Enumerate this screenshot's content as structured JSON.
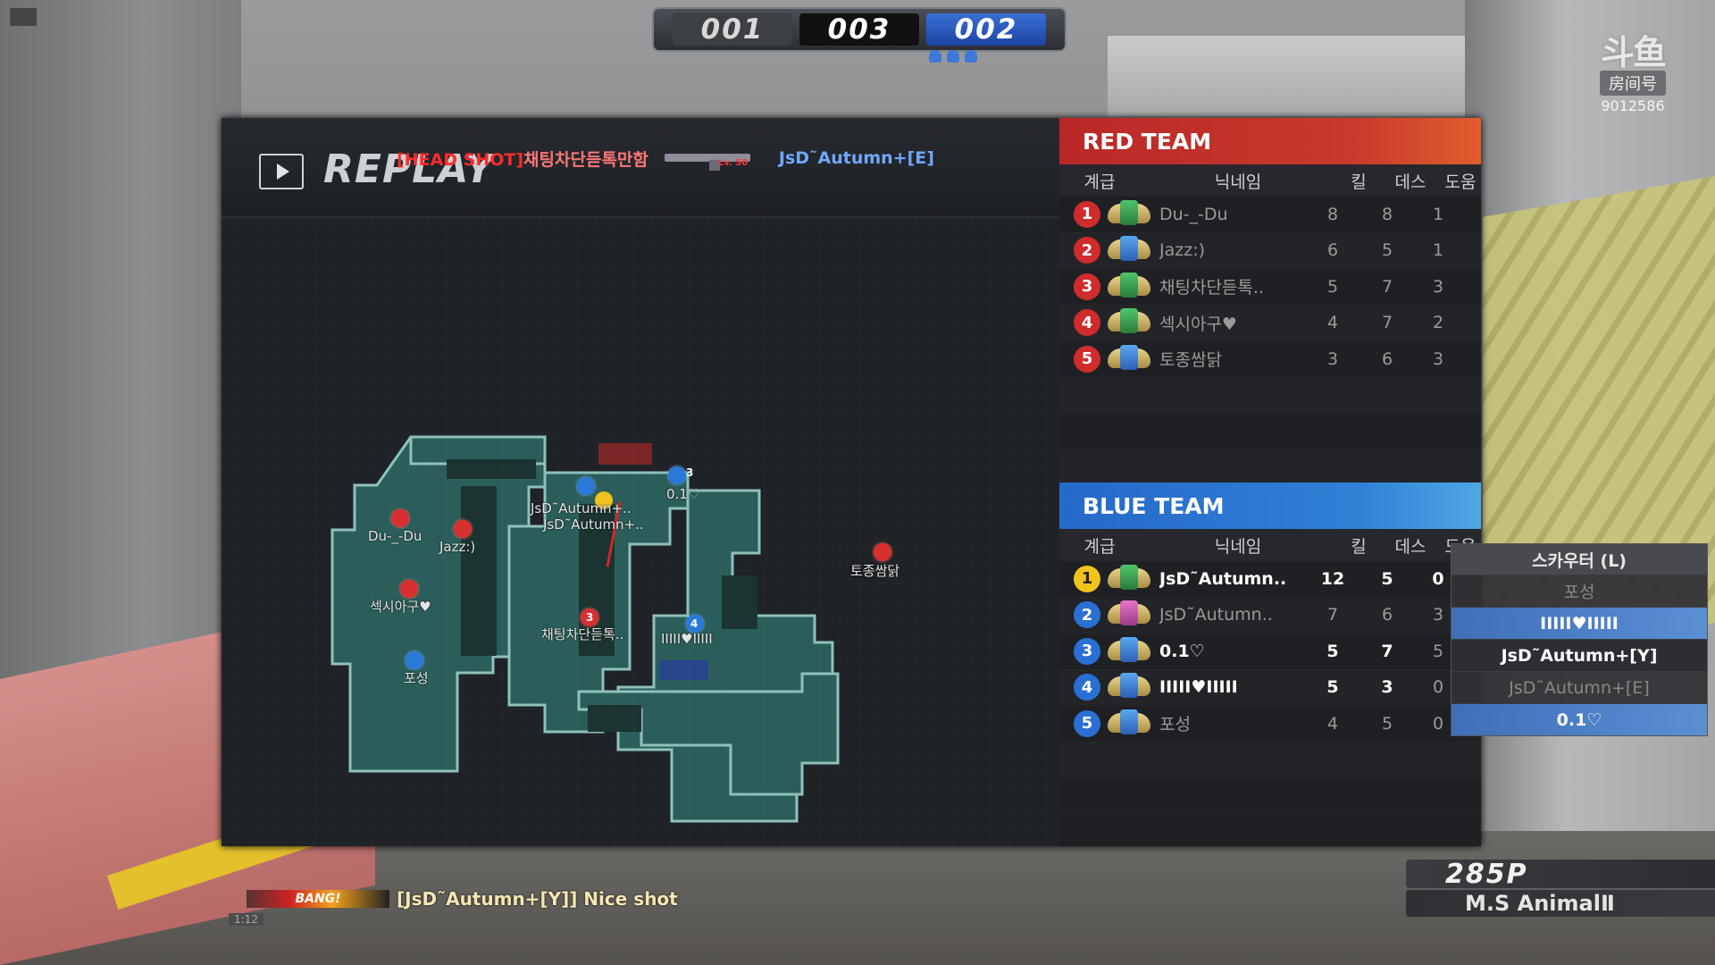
{
  "top": {
    "scores": [
      "001",
      "003",
      "002"
    ],
    "room_label": "房间号",
    "room_number": "9012586",
    "room_logo": "斗鱼"
  },
  "replay": {
    "title": "REPLAY",
    "kill_feed": {
      "headshot": "[HEAD SHOT]",
      "killer": "채팅차단듣톡만함",
      "weapon_level": "Lv. 50",
      "victim": "JsD˜Autumn+[E]"
    }
  },
  "map": {
    "labels": {
      "du": "Du-_-Du",
      "jazz": "Jazz:)",
      "sexy": "섹시아구♥",
      "posung": "포성",
      "autumn1": "JsD˜Autumn+..",
      "autumn2": "JsD˜Autumn+..",
      "zero": "0.1♡",
      "chat_block": "채팅차단듣톡..",
      "bars": "IIIII♥IIIII",
      "tojong": "토종쌈닭"
    },
    "marker_numbers": {
      "three_a": "3",
      "four": "4",
      "three_b": "3"
    }
  },
  "chat": {
    "badge": "BANG!",
    "message": "[JsD˜Autumn+[Y]] Nice shot",
    "tag": "1:12"
  },
  "columns": {
    "rank": "계급",
    "nick": "닉네임",
    "kill": "킬",
    "death": "데스",
    "assist": "도움"
  },
  "red_team": {
    "title": "RED TEAM",
    "rows": [
      {
        "pos": "1",
        "nick": "Du-_-Du",
        "k": "8",
        "d": "8",
        "a": "1"
      },
      {
        "pos": "2",
        "nick": "Jazz:)",
        "k": "6",
        "d": "5",
        "a": "1"
      },
      {
        "pos": "3",
        "nick": "채팅차단듣톡..",
        "k": "5",
        "d": "7",
        "a": "3"
      },
      {
        "pos": "4",
        "nick": "섹시아구♥",
        "k": "4",
        "d": "7",
        "a": "2"
      },
      {
        "pos": "5",
        "nick": "토종쌈닭",
        "k": "3",
        "d": "6",
        "a": "3"
      }
    ]
  },
  "blue_team": {
    "title": "BLUE TEAM",
    "rows": [
      {
        "pos": "1",
        "nick": "JsD˜Autumn..",
        "k": "12",
        "d": "5",
        "a": "0"
      },
      {
        "pos": "2",
        "nick": "JsD˜Autumn..",
        "k": "7",
        "d": "6",
        "a": "3"
      },
      {
        "pos": "3",
        "nick": "0.1♡",
        "k": "5",
        "d": "7",
        "a": "5"
      },
      {
        "pos": "4",
        "nick": "IIIII♥IIIII",
        "k": "5",
        "d": "3",
        "a": "0"
      },
      {
        "pos": "5",
        "nick": "포성",
        "k": "4",
        "d": "5",
        "a": "0"
      }
    ]
  },
  "spectator": {
    "title": "스카우터 (L)",
    "items": [
      "포성",
      "IIIII♥IIIII",
      "JsD˜Autumn+[Y]",
      "JsD˜Autumn+[E]",
      "0.1♡"
    ]
  },
  "status": {
    "points": "285P",
    "map_name": "M.S AnimalⅡ"
  }
}
